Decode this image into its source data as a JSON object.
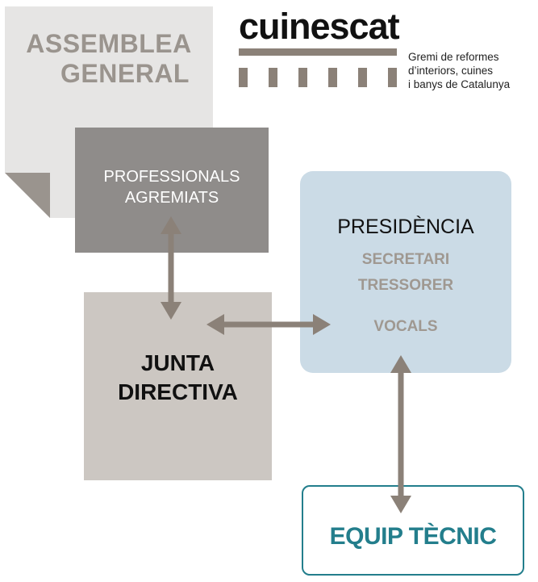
{
  "assembly": {
    "title_line1": "ASSEMBLEA",
    "title_line2": "GENERAL"
  },
  "logo": {
    "name": "cuinescat",
    "tagline_line1": "Gremi de reformes",
    "tagline_line2": "d’interiors, cuines",
    "tagline_line3": "i banys de Catalunya"
  },
  "professionals": {
    "line1": "PROFESSIONALS",
    "line2": "AGREMIATS"
  },
  "junta": {
    "line1": "JUNTA",
    "line2": "DIRECTIVA"
  },
  "presidencia": {
    "title": "PRESIDÈNCIA",
    "secretari": "SECRETARI",
    "tressorer": "TRESSORER",
    "vocals": "VOCALS"
  },
  "equip": {
    "title": "EQUIP TÈCNIC"
  },
  "colors": {
    "assembly_sheet": "#e6e5e4",
    "fold": "#9a948e",
    "professionals_box": "#8f8c8a",
    "junta_box": "#ccc7c2",
    "presidencia_box": "#cbdbe6",
    "equip_border": "#237e8c",
    "arrow": "#8b8178"
  }
}
